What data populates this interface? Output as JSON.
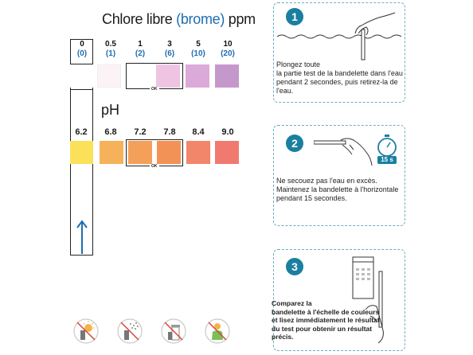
{
  "chlorine": {
    "title_main": "Chlore libre ",
    "title_blue": "(brome)",
    "title_unit": " ppm",
    "scale": [
      {
        "top": "0",
        "bottom": "(0)",
        "color": "#ffffff"
      },
      {
        "top": "0.5",
        "bottom": "(1)",
        "color": "#fbf3f5"
      },
      {
        "top": "1",
        "bottom": "(2)",
        "color": "#ffffff"
      },
      {
        "top": "3",
        "bottom": "(6)",
        "color": "#efc4e2"
      },
      {
        "top": "5",
        "bottom": "(10)",
        "color": "#dcaad8"
      },
      {
        "top": "10",
        "bottom": "(20)",
        "color": "#c598cb"
      }
    ],
    "ok_label": "OK"
  },
  "ph": {
    "title": "pH",
    "scale": [
      {
        "value": "6.2",
        "color": "#fbe15a"
      },
      {
        "value": "6.8",
        "color": "#f6b25a"
      },
      {
        "value": "7.2",
        "color": "#f4a05a"
      },
      {
        "value": "7.8",
        "color": "#f39256"
      },
      {
        "value": "8.4",
        "color": "#f2866b"
      },
      {
        "value": "9.0",
        "color": "#f07a70"
      }
    ],
    "ok_label": "OK"
  },
  "steps": [
    {
      "number": "1",
      "lines": [
        "Plongez toute",
        "la partie test de la bandelette dans l'eau",
        "pendant 2 secondes, puis retirez-la de l'eau."
      ]
    },
    {
      "number": "2",
      "lines": [
        "Ne secouez pas l'eau en excès.",
        "Maintenez la bandelette à l'horizontale",
        "pendant 15 secondes."
      ],
      "timer": "15 s"
    },
    {
      "number": "3",
      "lines": [
        "Comparez la",
        "bandelette à l'échelle de couleurs",
        "et lisez immédiatement le résultat",
        "du test pour obtenir un résultat précis."
      ]
    }
  ],
  "warnings": [
    {
      "icon": "no-sun-icon"
    },
    {
      "icon": "no-moisture-icon"
    },
    {
      "icon": "no-container-icon"
    },
    {
      "icon": "keep-from-children-icon"
    }
  ]
}
